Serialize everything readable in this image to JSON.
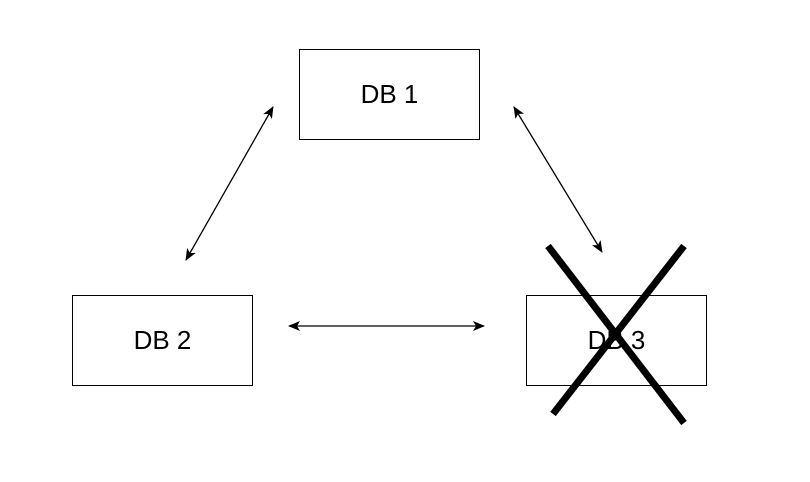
{
  "nodes": [
    {
      "id": "db1",
      "label": "DB 1"
    },
    {
      "id": "db2",
      "label": "DB 2"
    },
    {
      "id": "db3",
      "label": "DB 3",
      "failed": true
    }
  ],
  "edges": [
    {
      "from": "db1",
      "to": "db2",
      "bidirectional": true
    },
    {
      "from": "db2",
      "to": "db3",
      "bidirectional": true
    },
    {
      "from": "db1",
      "to": "db3",
      "bidirectional": true
    }
  ],
  "colors": {
    "line": "#000000",
    "box_border": "#000000",
    "failure_mark": "#000000"
  }
}
